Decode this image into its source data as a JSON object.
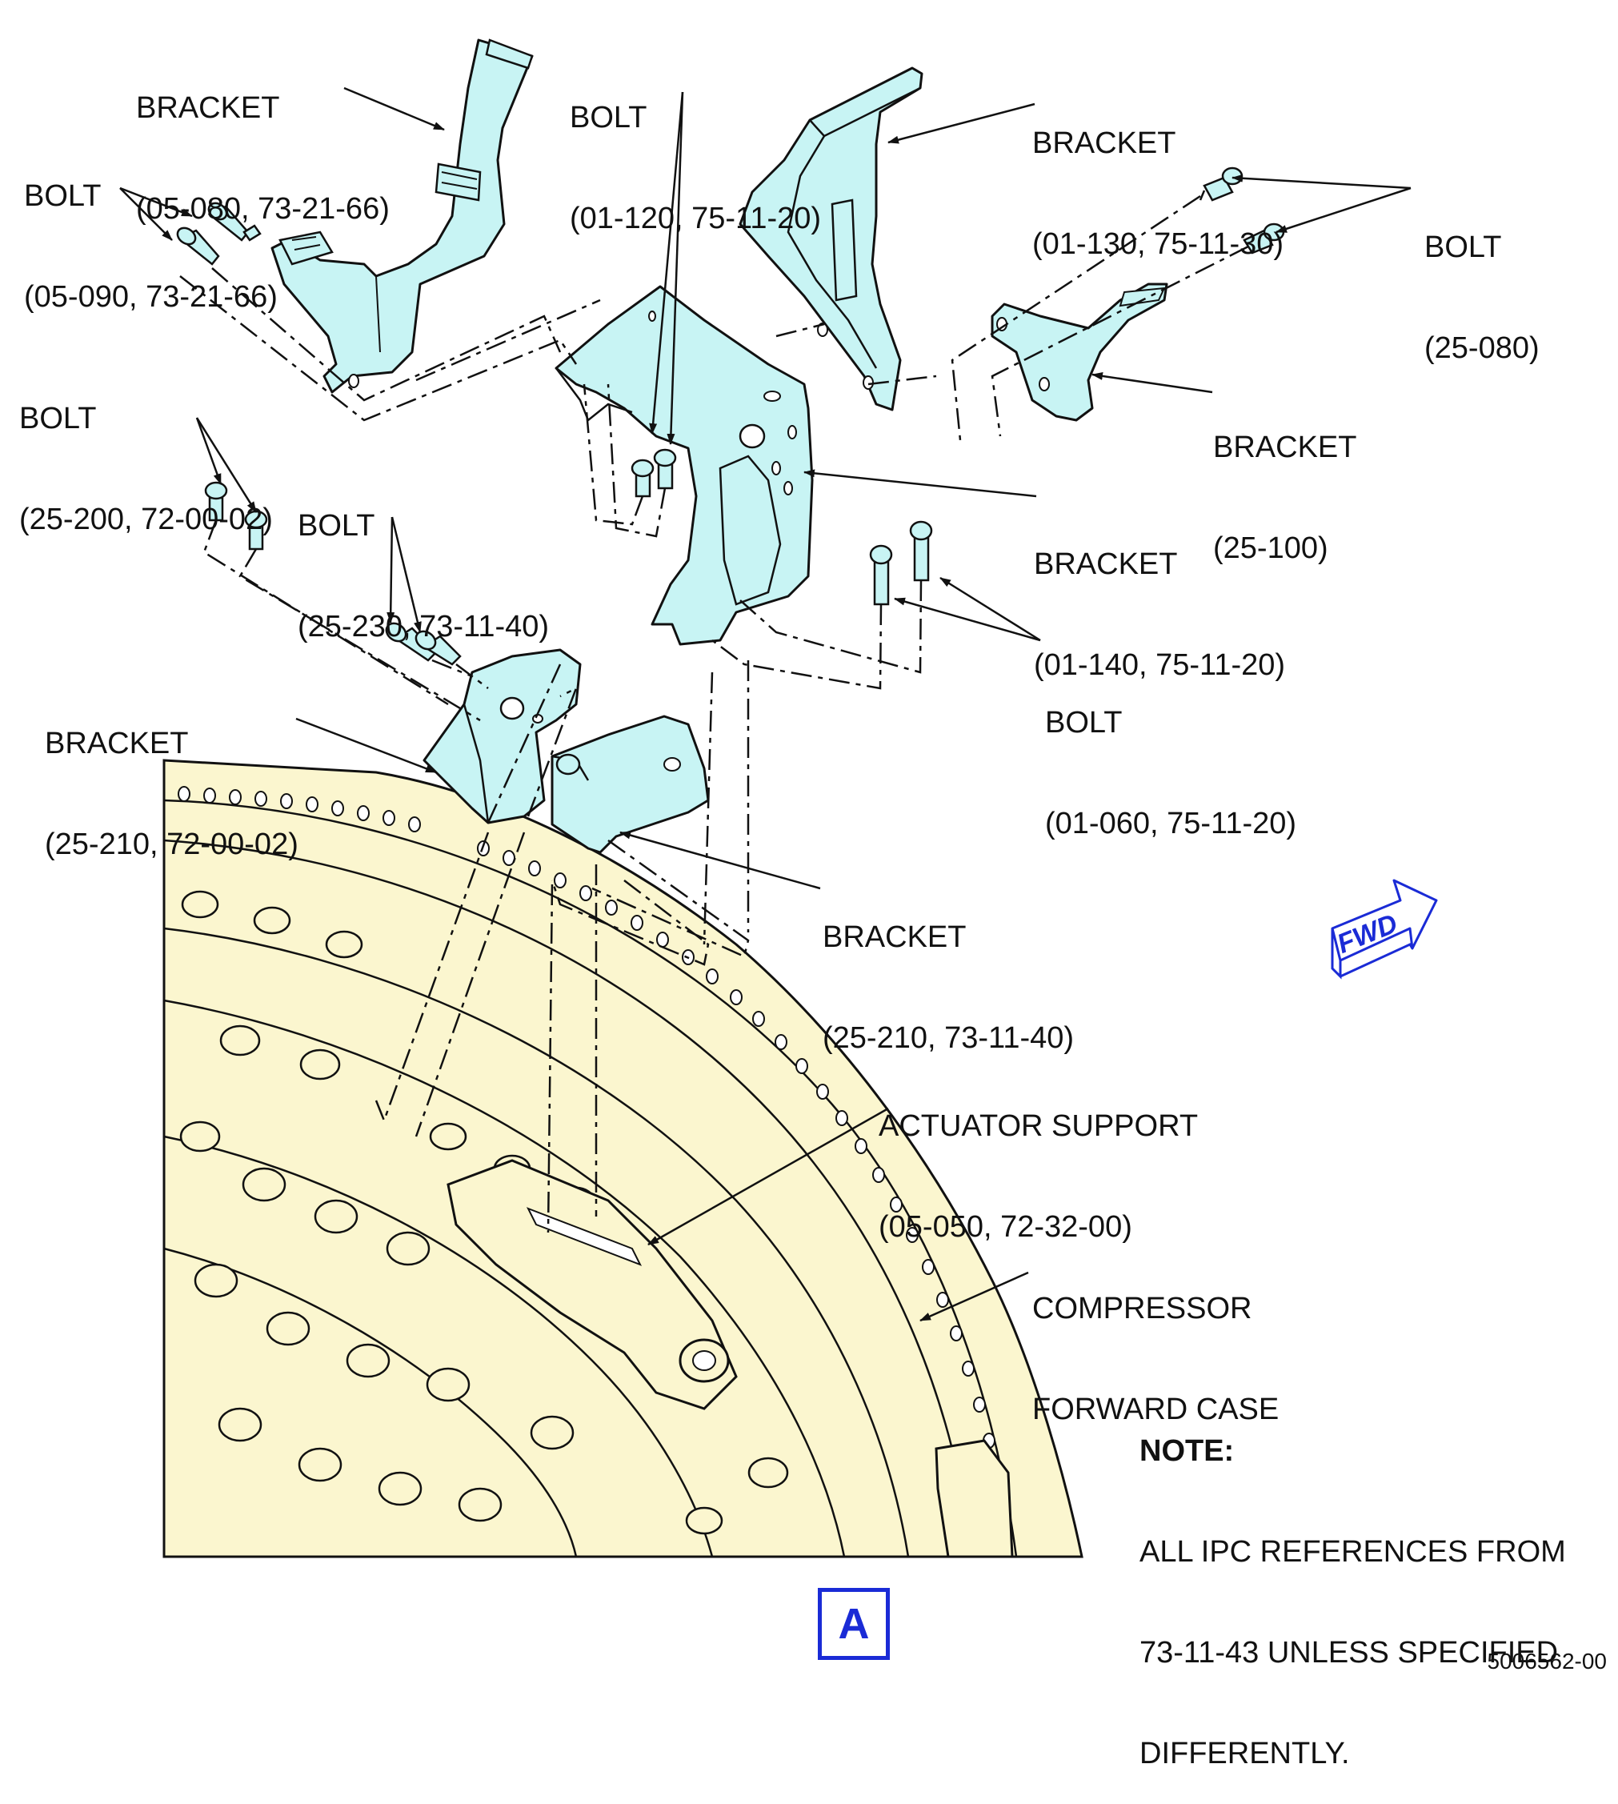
{
  "labels": {
    "bracket_05_080": {
      "name": "BRACKET",
      "ref": "(05-080, 73-21-66)"
    },
    "bolt_05_090": {
      "name": "BOLT",
      "ref": "(05-090, 73-21-66)"
    },
    "bolt_01_120": {
      "name": "BOLT",
      "ref": "(01-120, 75-11-20)"
    },
    "bracket_01_130": {
      "name": "BRACKET",
      "ref": "(01-130, 75-11-30)"
    },
    "bolt_25_080": {
      "name": "BOLT",
      "ref": "(25-080)"
    },
    "bracket_25_100": {
      "name": "BRACKET",
      "ref": "(25-100)"
    },
    "bolt_25_200": {
      "name": "BOLT",
      "ref": "(25-200, 72-00-02)"
    },
    "bolt_25_230": {
      "name": "BOLT",
      "ref": "(25-230, 73-11-40)"
    },
    "bracket_01_140": {
      "name": "BRACKET",
      "ref": "(01-140, 75-11-20)"
    },
    "bolt_01_060": {
      "name": "BOLT",
      "ref": "(01-060, 75-11-20)"
    },
    "bracket_25_210_72": {
      "name": "BRACKET",
      "ref": "(25-210, 72-00-02)"
    },
    "bracket_25_210_73": {
      "name": "BRACKET",
      "ref": "(25-210, 73-11-40)"
    },
    "actuator_support": {
      "name": "ACTUATOR SUPPORT",
      "ref": "(05-050, 72-32-00)"
    },
    "compressor_case": {
      "line1": "COMPRESSOR",
      "line2": "FORWARD CASE"
    }
  },
  "note": {
    "heading": "NOTE:",
    "line1": "ALL IPC REFERENCES FROM",
    "line2": "73-11-43 UNLESS SPECIFIED",
    "line3": "DIFFERENTLY."
  },
  "fwd_label": "FWD",
  "view_label": "A",
  "drawing_number": "5006562-00",
  "colors": {
    "bracket_fill": "#c8f4f4",
    "case_fill": "#fbf6cf",
    "line": "#111111",
    "accent_blue": "#1a2bd6"
  }
}
